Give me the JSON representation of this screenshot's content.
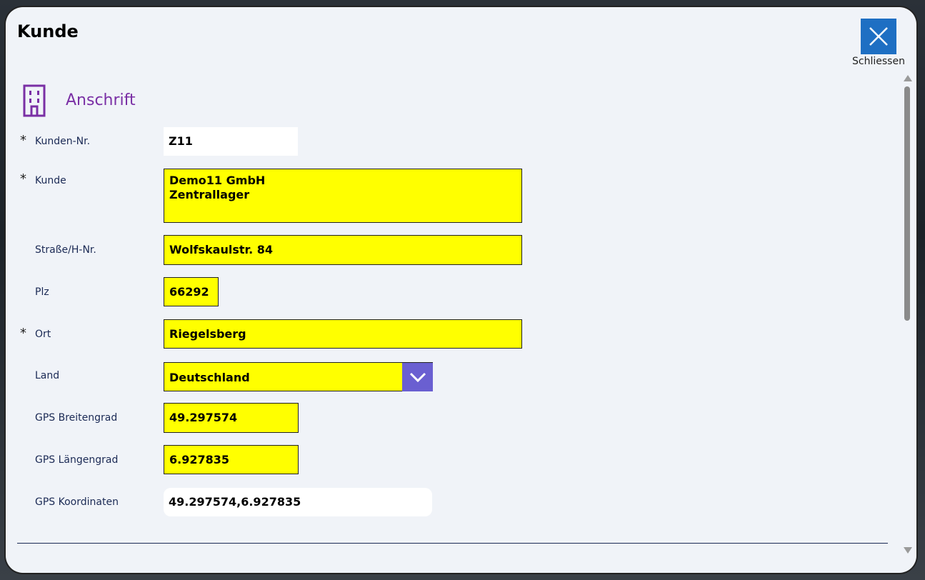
{
  "window": {
    "title": "Kunde",
    "close_label": "Schliessen"
  },
  "section": {
    "title": "Anschrift",
    "icon": "building-icon"
  },
  "fields": {
    "kunden_nr": {
      "label": "Kunden-Nr.",
      "required": "*",
      "value": "Z11"
    },
    "kunde": {
      "label": "Kunde",
      "required": "*",
      "line1": "Demo11 GmbH",
      "line2": "Zentrallager"
    },
    "strasse": {
      "label": "Straße/H-Nr.",
      "value": "Wolfskaulstr. 84"
    },
    "plz": {
      "label": "Plz",
      "value": "66292"
    },
    "ort": {
      "label": "Ort",
      "required": "*",
      "value": "Riegelsberg"
    },
    "land": {
      "label": "Land",
      "value": "Deutschland"
    },
    "gps_breite": {
      "label": "GPS Breitengrad",
      "value": "49.297574"
    },
    "gps_laenge": {
      "label": "GPS Längengrad",
      "value": "6.927835"
    },
    "gps_koord": {
      "label": "GPS Koordinaten",
      "value": "49.297574,6.927835"
    }
  },
  "colors": {
    "required_field": "#ffff00",
    "accent": "#1e6fc3",
    "section_title": "#7a2fa5",
    "dropdown": "#6a5fd1"
  }
}
